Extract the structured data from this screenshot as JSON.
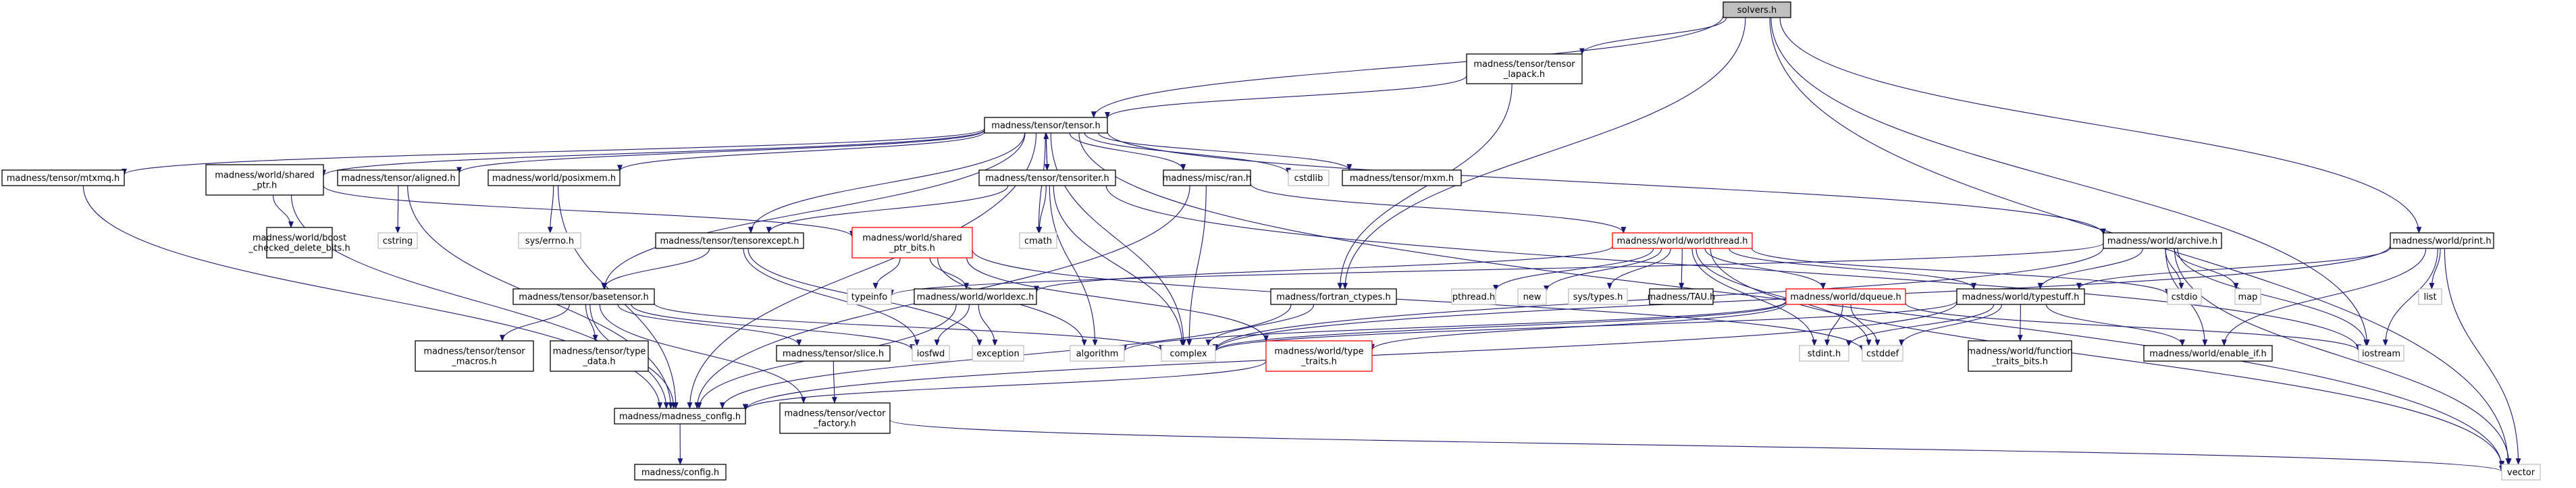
{
  "nodes": [
    {
      "id": "solvers",
      "lines": [
        "solvers.h"
      ],
      "kind": "root"
    },
    {
      "id": "tensor_lapack",
      "lines": [
        "madness/tensor/tensor",
        "_lapack.h"
      ],
      "kind": "normal"
    },
    {
      "id": "tensor",
      "lines": [
        "madness/tensor/tensor.h"
      ],
      "kind": "normal"
    },
    {
      "id": "mtxmq",
      "lines": [
        "madness/tensor/mtxmq.h"
      ],
      "kind": "normal"
    },
    {
      "id": "shared_ptr",
      "lines": [
        "madness/world/shared",
        "_ptr.h"
      ],
      "kind": "normal"
    },
    {
      "id": "aligned",
      "lines": [
        "madness/tensor/aligned.h"
      ],
      "kind": "normal"
    },
    {
      "id": "posixmem",
      "lines": [
        "madness/world/posixmem.h"
      ],
      "kind": "normal"
    },
    {
      "id": "tensoriter",
      "lines": [
        "madness/tensor/tensoriter.h"
      ],
      "kind": "normal"
    },
    {
      "id": "ran",
      "lines": [
        "madness/misc/ran.h"
      ],
      "kind": "normal"
    },
    {
      "id": "cstdlib",
      "lines": [
        "cstdlib"
      ],
      "kind": "system"
    },
    {
      "id": "mxm",
      "lines": [
        "madness/tensor/mxm.h"
      ],
      "kind": "normal"
    },
    {
      "id": "archive",
      "lines": [
        "madness/world/archive.h"
      ],
      "kind": "normal"
    },
    {
      "id": "print",
      "lines": [
        "madness/world/print.h"
      ],
      "kind": "normal"
    },
    {
      "id": "boost_delete",
      "lines": [
        "madness/world/boost",
        "_checked_delete_bits.h"
      ],
      "kind": "normal"
    },
    {
      "id": "cstring",
      "lines": [
        "cstring"
      ],
      "kind": "system"
    },
    {
      "id": "errno",
      "lines": [
        "sys/errno.h"
      ],
      "kind": "system"
    },
    {
      "id": "tensorexcept",
      "lines": [
        "madness/tensor/tensorexcept.h"
      ],
      "kind": "normal"
    },
    {
      "id": "shared_ptr_bits",
      "lines": [
        "madness/world/shared",
        "_ptr_bits.h"
      ],
      "kind": "truncated"
    },
    {
      "id": "cmath",
      "lines": [
        "cmath"
      ],
      "kind": "system"
    },
    {
      "id": "worldthread",
      "lines": [
        "madness/world/worldthread.h"
      ],
      "kind": "truncated"
    },
    {
      "id": "basetensor",
      "lines": [
        "madness/tensor/basetensor.h"
      ],
      "kind": "normal"
    },
    {
      "id": "typeinfo",
      "lines": [
        "typeinfo"
      ],
      "kind": "system"
    },
    {
      "id": "worldexc",
      "lines": [
        "madness/world/worldexc.h"
      ],
      "kind": "normal"
    },
    {
      "id": "fortran_ctypes",
      "lines": [
        "madness/fortran_ctypes.h"
      ],
      "kind": "normal"
    },
    {
      "id": "pthread",
      "lines": [
        "pthread.h"
      ],
      "kind": "system"
    },
    {
      "id": "new",
      "lines": [
        "new"
      ],
      "kind": "system"
    },
    {
      "id": "systypes",
      "lines": [
        "sys/types.h"
      ],
      "kind": "system"
    },
    {
      "id": "tau",
      "lines": [
        "madness/TAU.h"
      ],
      "kind": "normal"
    },
    {
      "id": "dqueue",
      "lines": [
        "madness/world/dqueue.h"
      ],
      "kind": "truncated"
    },
    {
      "id": "typestuff",
      "lines": [
        "madness/world/typestuff.h"
      ],
      "kind": "normal"
    },
    {
      "id": "cstdio",
      "lines": [
        "cstdio"
      ],
      "kind": "system"
    },
    {
      "id": "map",
      "lines": [
        "map"
      ],
      "kind": "system"
    },
    {
      "id": "list",
      "lines": [
        "list"
      ],
      "kind": "system"
    },
    {
      "id": "tensor_macros",
      "lines": [
        "madness/tensor/tensor",
        "_macros.h"
      ],
      "kind": "normal"
    },
    {
      "id": "type_data",
      "lines": [
        "madness/tensor/type",
        "_data.h"
      ],
      "kind": "normal"
    },
    {
      "id": "slice",
      "lines": [
        "madness/tensor/slice.h"
      ],
      "kind": "normal"
    },
    {
      "id": "iosfwd",
      "lines": [
        "iosfwd"
      ],
      "kind": "system"
    },
    {
      "id": "exception",
      "lines": [
        "exception"
      ],
      "kind": "system"
    },
    {
      "id": "algorithm",
      "lines": [
        "algorithm"
      ],
      "kind": "system"
    },
    {
      "id": "complex",
      "lines": [
        "complex"
      ],
      "kind": "system"
    },
    {
      "id": "type_traits",
      "lines": [
        "madness/world/type",
        "_traits.h"
      ],
      "kind": "truncated"
    },
    {
      "id": "stdint",
      "lines": [
        "stdint.h"
      ],
      "kind": "system"
    },
    {
      "id": "cstddef",
      "lines": [
        "cstddef"
      ],
      "kind": "system"
    },
    {
      "id": "func_traits",
      "lines": [
        "madness/world/function",
        "_traits_bits.h"
      ],
      "kind": "normal"
    },
    {
      "id": "enable_if",
      "lines": [
        "madness/world/enable_if.h"
      ],
      "kind": "normal"
    },
    {
      "id": "iostream",
      "lines": [
        "iostream"
      ],
      "kind": "system"
    },
    {
      "id": "madness_config",
      "lines": [
        "madness/madness_config.h"
      ],
      "kind": "normal"
    },
    {
      "id": "vector_factory",
      "lines": [
        "madness/tensor/vector",
        "_factory.h"
      ],
      "kind": "normal"
    },
    {
      "id": "config",
      "lines": [
        "madness/config.h"
      ],
      "kind": "normal"
    },
    {
      "id": "vector",
      "lines": [
        "vector"
      ],
      "kind": "system"
    }
  ],
  "edges": [
    [
      "solvers",
      "tensor_lapack"
    ],
    [
      "solvers",
      "tensor"
    ],
    [
      "solvers",
      "print"
    ],
    [
      "solvers",
      "iostream"
    ],
    [
      "solvers",
      "vector"
    ],
    [
      "solvers",
      "fortran_ctypes"
    ],
    [
      "tensor_lapack",
      "tensor"
    ],
    [
      "tensor_lapack",
      "fortran_ctypes"
    ],
    [
      "tensor",
      "mtxmq"
    ],
    [
      "tensor",
      "shared_ptr"
    ],
    [
      "tensor",
      "aligned"
    ],
    [
      "tensor",
      "posixmem"
    ],
    [
      "tensor",
      "tensoriter"
    ],
    [
      "tensor",
      "ran"
    ],
    [
      "tensor",
      "cstdlib"
    ],
    [
      "tensor",
      "mxm"
    ],
    [
      "tensor",
      "archive"
    ],
    [
      "tensor",
      "madness_config"
    ],
    [
      "tensor",
      "tensorexcept"
    ],
    [
      "tensor",
      "basetensor"
    ],
    [
      "tensor",
      "cmath"
    ],
    [
      "tensor",
      "complex"
    ],
    [
      "tensor",
      "vector"
    ],
    [
      "mtxmq",
      "madness_config"
    ],
    [
      "shared_ptr",
      "boost_delete"
    ],
    [
      "shared_ptr",
      "shared_ptr_bits"
    ],
    [
      "shared_ptr",
      "madness_config"
    ],
    [
      "aligned",
      "cstring"
    ],
    [
      "aligned",
      "madness_config"
    ],
    [
      "posixmem",
      "errno"
    ],
    [
      "posixmem",
      "madness_config"
    ],
    [
      "tensoriter",
      "tensor"
    ],
    [
      "tensoriter",
      "tensorexcept"
    ],
    [
      "tensoriter",
      "cmath"
    ],
    [
      "tensoriter",
      "complex"
    ],
    [
      "tensoriter",
      "algorithm"
    ],
    [
      "tensoriter",
      "iostream"
    ],
    [
      "ran",
      "worldthread"
    ],
    [
      "ran",
      "madness_config"
    ],
    [
      "ran",
      "complex"
    ],
    [
      "archive",
      "typestuff"
    ],
    [
      "archive",
      "typeinfo"
    ],
    [
      "archive",
      "cstdio"
    ],
    [
      "archive",
      "map"
    ],
    [
      "archive",
      "vector"
    ],
    [
      "archive",
      "enable_if"
    ],
    [
      "archive",
      "iostream"
    ],
    [
      "archive",
      "complex"
    ],
    [
      "print",
      "list"
    ],
    [
      "print",
      "vector"
    ],
    [
      "print",
      "iostream"
    ],
    [
      "print",
      "enable_if"
    ],
    [
      "print",
      "typestuff"
    ],
    [
      "print",
      "complex"
    ],
    [
      "tensorexcept",
      "basetensor"
    ],
    [
      "tensorexcept",
      "iosfwd"
    ],
    [
      "tensorexcept",
      "exception"
    ],
    [
      "shared_ptr_bits",
      "worldexc"
    ],
    [
      "shared_ptr_bits",
      "typeinfo"
    ],
    [
      "shared_ptr_bits",
      "algorithm"
    ],
    [
      "shared_ptr_bits",
      "type_traits"
    ],
    [
      "shared_ptr_bits",
      "cstddef"
    ],
    [
      "worldthread",
      "pthread"
    ],
    [
      "worldthread",
      "new"
    ],
    [
      "worldthread",
      "systypes"
    ],
    [
      "worldthread",
      "tau"
    ],
    [
      "worldthread",
      "dqueue"
    ],
    [
      "worldthread",
      "typestuff"
    ],
    [
      "worldthread",
      "cstdio"
    ],
    [
      "worldthread",
      "worldexc"
    ],
    [
      "worldthread",
      "vector"
    ],
    [
      "worldthread",
      "stdint"
    ],
    [
      "worldthread",
      "cstddef"
    ],
    [
      "basetensor",
      "tensor_macros"
    ],
    [
      "basetensor",
      "type_data"
    ],
    [
      "basetensor",
      "slice"
    ],
    [
      "basetensor",
      "vector_factory"
    ],
    [
      "basetensor",
      "madness_config"
    ],
    [
      "basetensor",
      "iosfwd"
    ],
    [
      "basetensor",
      "complex"
    ],
    [
      "worldexc",
      "iosfwd"
    ],
    [
      "worldexc",
      "exception"
    ],
    [
      "worldexc",
      "madness_config"
    ],
    [
      "fortran_ctypes",
      "complex"
    ],
    [
      "fortran_ctypes",
      "madness_config"
    ],
    [
      "dqueue",
      "stdint"
    ],
    [
      "dqueue",
      "cstddef"
    ],
    [
      "dqueue",
      "complex"
    ],
    [
      "dqueue",
      "algorithm"
    ],
    [
      "dqueue",
      "iostream"
    ],
    [
      "dqueue",
      "type_traits"
    ],
    [
      "typestuff",
      "func_traits"
    ],
    [
      "typestuff",
      "enable_if"
    ],
    [
      "typestuff",
      "stdint"
    ],
    [
      "typestuff",
      "cstddef"
    ],
    [
      "typestuff",
      "madness_config"
    ],
    [
      "typestuff",
      "complex"
    ],
    [
      "slice",
      "vector_factory"
    ],
    [
      "type_traits",
      "madness_config"
    ],
    [
      "madness_config",
      "config"
    ],
    [
      "vector_factory",
      "vector"
    ]
  ],
  "colors": {
    "edge": "#191970",
    "root_fill": "#bfbfbf",
    "border": "#000000",
    "system_border": "#bfbfbf",
    "truncated_border": "#ff0000",
    "fill": "#ffffff"
  }
}
